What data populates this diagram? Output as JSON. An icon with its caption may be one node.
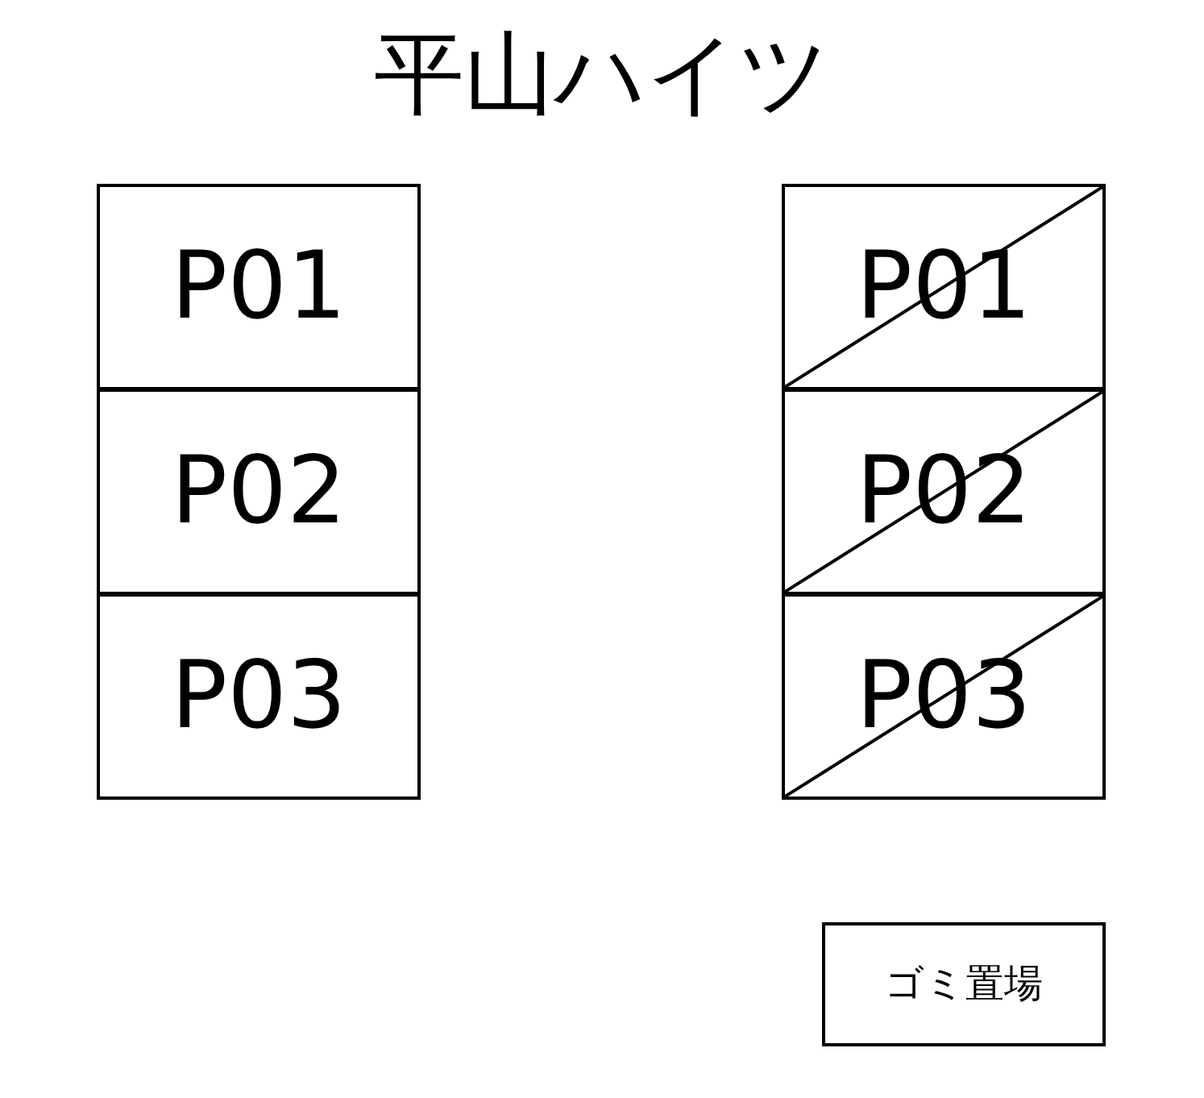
{
  "diagram": {
    "title": "平山ハイツ",
    "nodes": [
      {
        "text": [
          "P01"
        ]
      },
      {
        "text": [
          "P02"
        ]
      },
      {
        "text": [
          "P03"
        ]
      },
      {
        "text": [
          "P01"
        ]
      },
      {
        "text": [
          "P02"
        ]
      },
      {
        "text": [
          "P03"
        ]
      },
      {
        "text": [
          "ゴミ置場"
        ]
      }
    ],
    "edges": []
  }
}
